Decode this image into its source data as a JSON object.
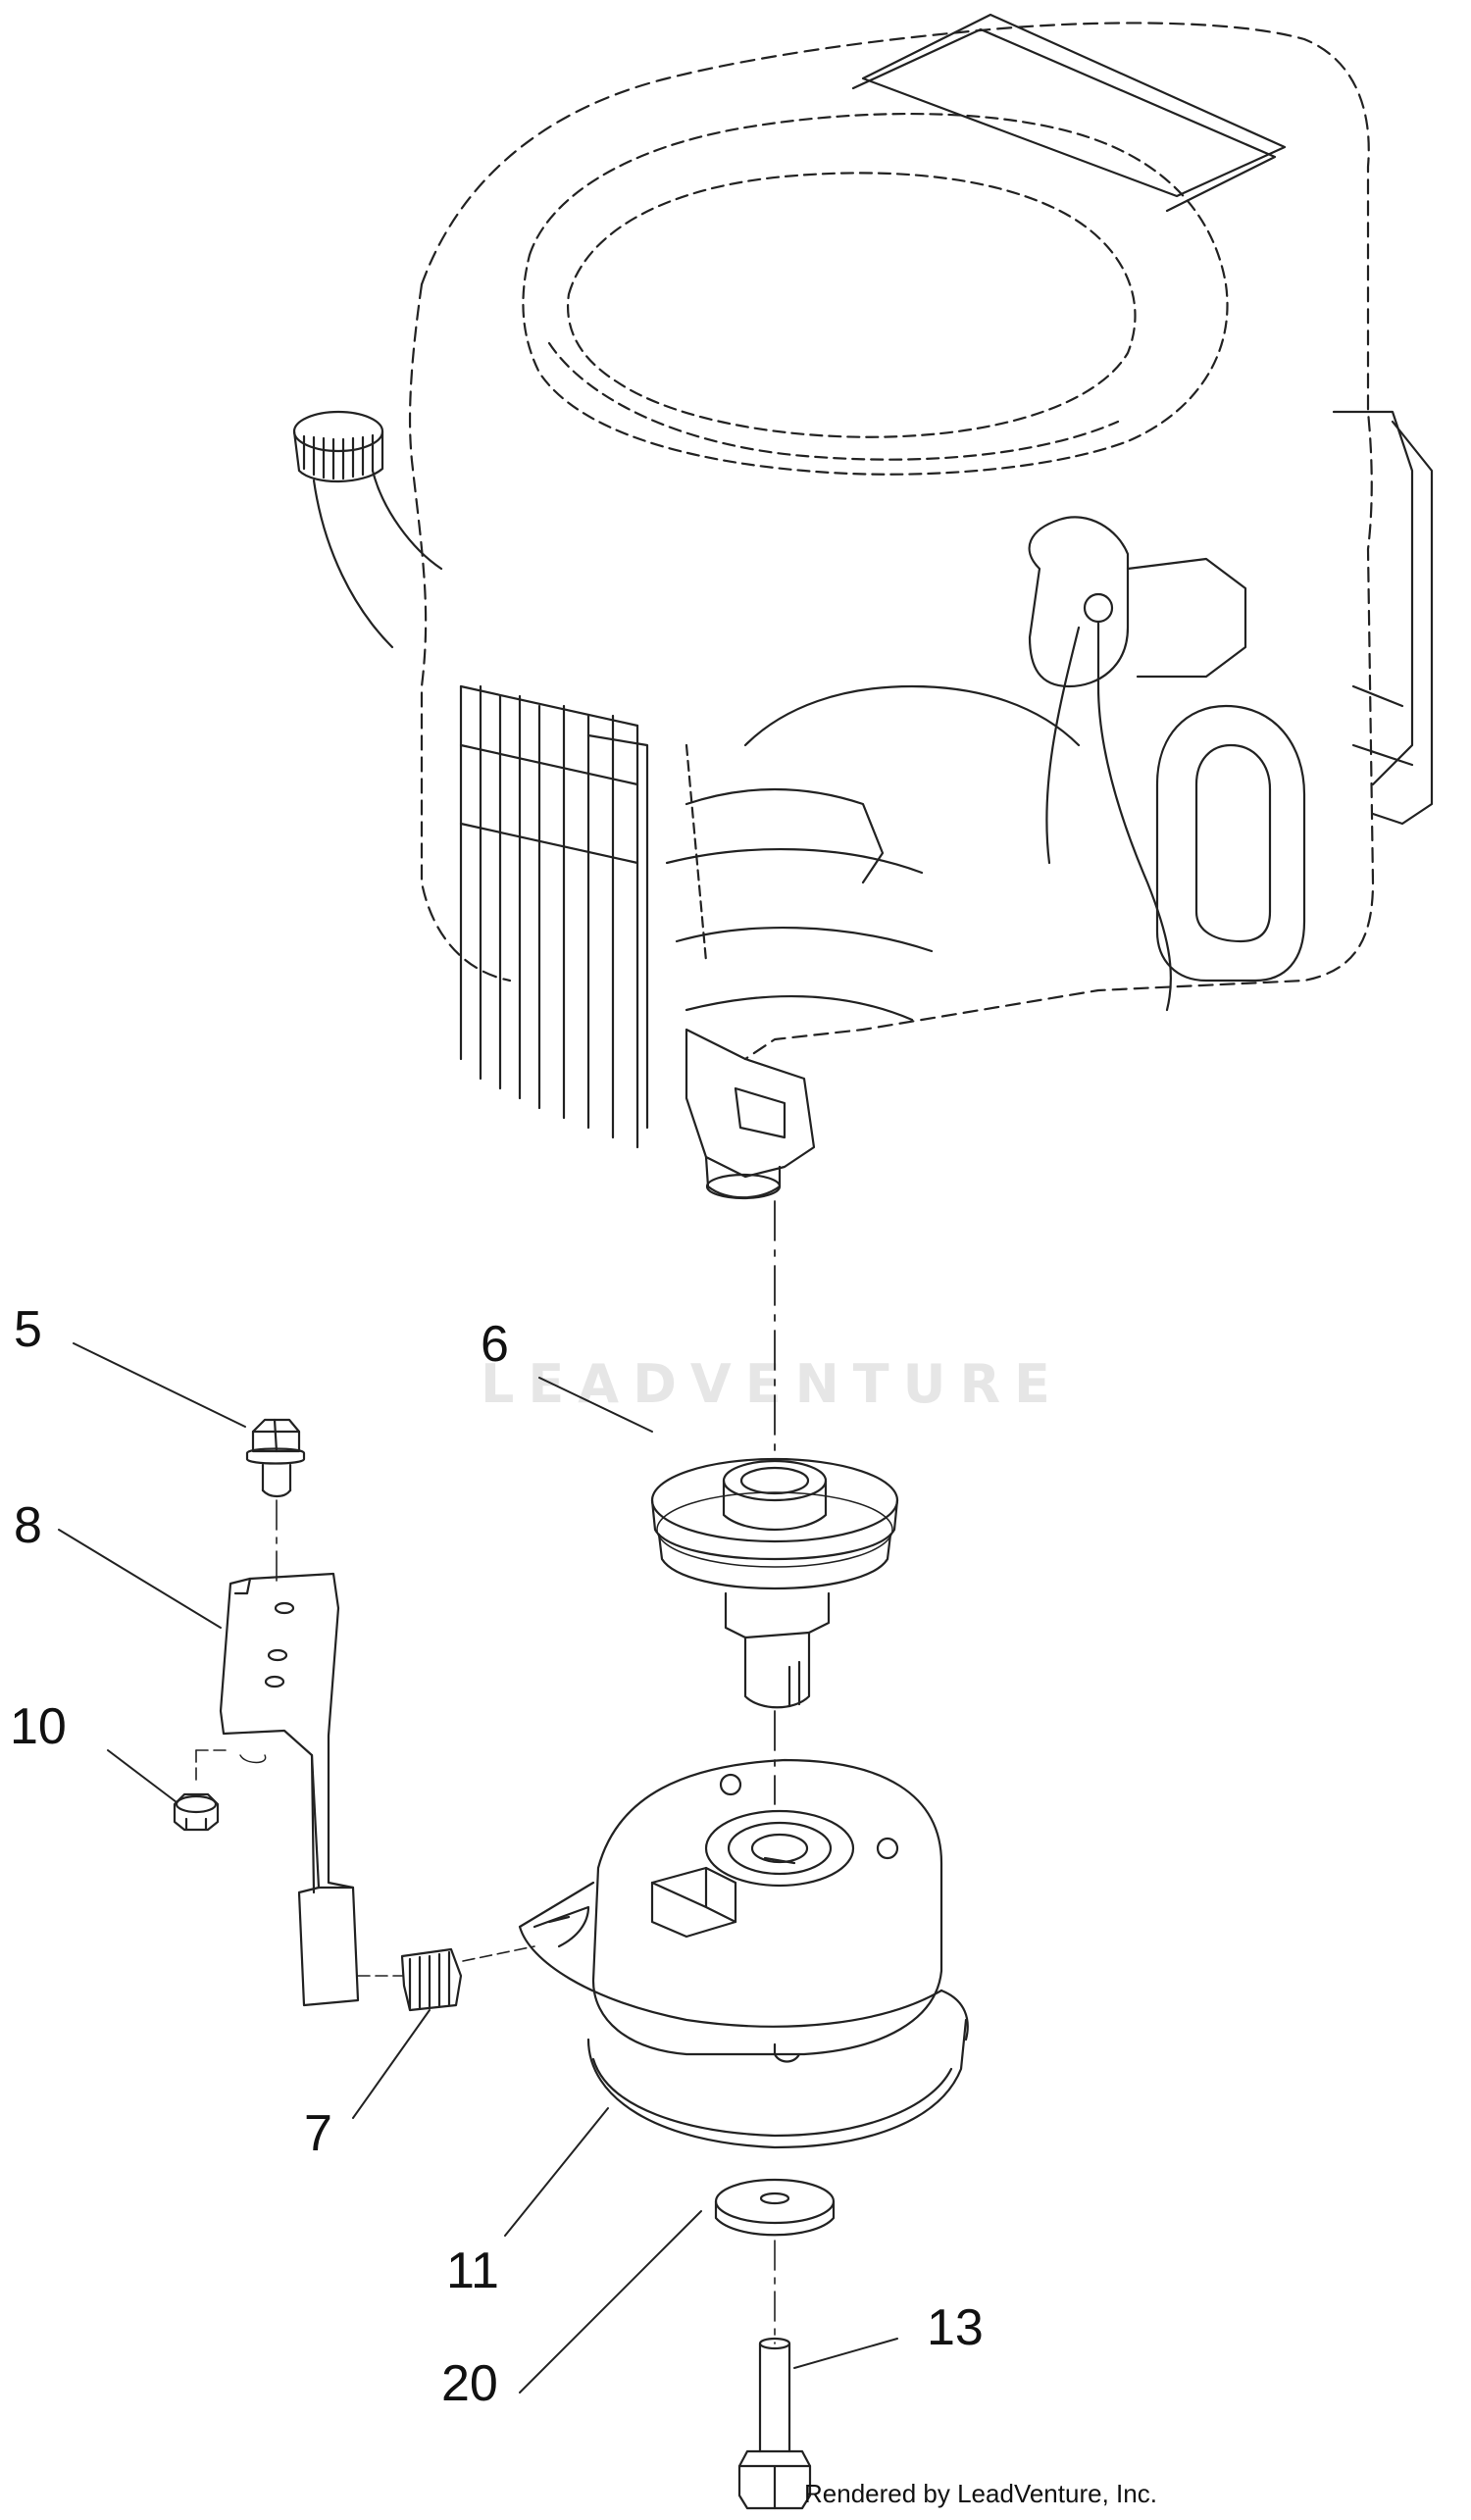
{
  "diagram": {
    "callouts": [
      {
        "id": "c5",
        "label": "5"
      },
      {
        "id": "c6",
        "label": "6"
      },
      {
        "id": "c8",
        "label": "8"
      },
      {
        "id": "c10",
        "label": "10"
      },
      {
        "id": "c7",
        "label": "7"
      },
      {
        "id": "c11",
        "label": "11"
      },
      {
        "id": "c20",
        "label": "20"
      },
      {
        "id": "c13",
        "label": "13"
      }
    ],
    "watermark": "LEADVENTURE",
    "credit": "Rendered by LeadVenture, Inc."
  },
  "colors": {
    "line": "#222222",
    "watermark": "#e6e6e6",
    "background": "#ffffff"
  }
}
